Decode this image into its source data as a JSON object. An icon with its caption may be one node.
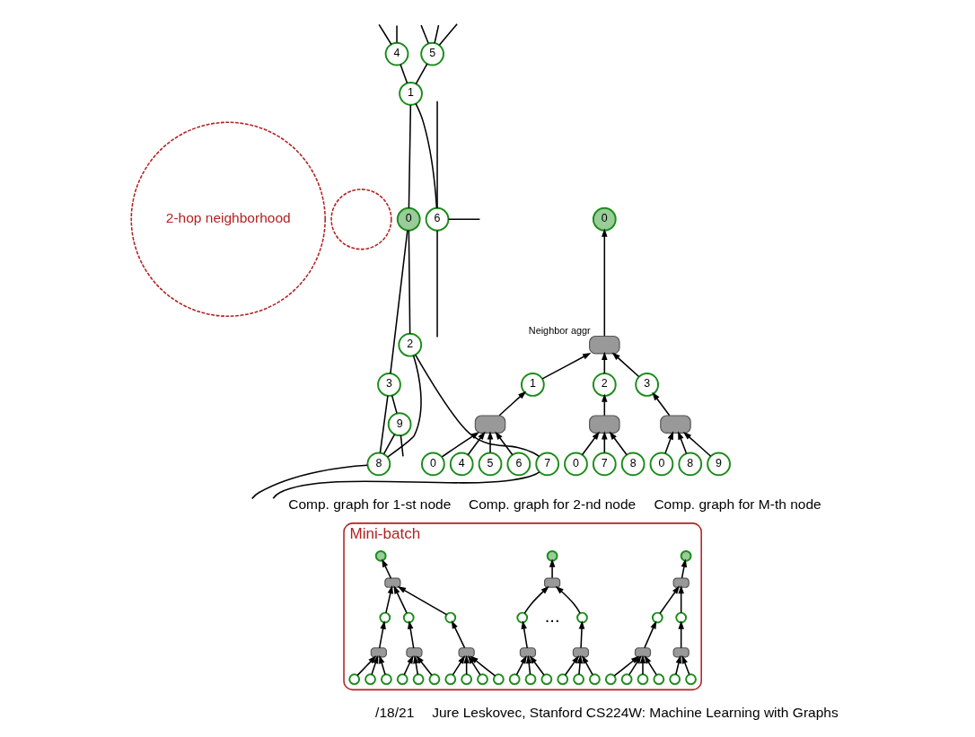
{
  "diagram": {
    "nodes": [
      {
        "text": [
          "2-hop neighborhood"
        ]
      },
      {
        "text": [],
        "shape": "circle"
      },
      {
        "text": [
          "4"
        ]
      },
      {
        "text": [
          "9"
        ]
      },
      {
        "text": [
          "5"
        ]
      },
      {
        "text": [
          "1"
        ]
      },
      {
        "text": [
          "3"
        ]
      },
      {
        "text": [
          "0"
        ]
      },
      {
        "text": [
          "8"
        ]
      },
      {
        "text": [
          "2"
        ]
      },
      {
        "text": [
          "6"
        ]
      },
      {
        "text": [
          "7"
        ]
      },
      {
        "text": [
          "0"
        ]
      },
      {
        "text": [],
        "shape": "box",
        "beside": [
          "Neighbor aggr"
        ]
      },
      {
        "text": [
          "1"
        ]
      },
      {
        "text": [
          "2"
        ]
      },
      {
        "text": [
          "3"
        ]
      },
      {
        "text": [],
        "shape": "box"
      },
      {
        "text": [],
        "shape": "box"
      },
      {
        "text": [],
        "shape": "box"
      },
      {
        "text": [
          "0"
        ]
      },
      {
        "text": [
          "4"
        ]
      },
      {
        "text": [
          "5"
        ]
      },
      {
        "text": [
          "6"
        ]
      },
      {
        "text": [
          "0"
        ]
      },
      {
        "text": [
          "7"
        ]
      },
      {
        "text": [
          "8"
        ]
      },
      {
        "text": [
          "0"
        ]
      },
      {
        "text": [
          "8"
        ]
      },
      {
        "text": [
          "9"
        ]
      },
      {
        "text": [
          "Mini-batch"
        ]
      },
      {
        "text": [],
        "shape": "circle",
        "in": 30
      },
      {
        "text": [],
        "shape": "box",
        "in": 30
      },
      {
        "text": [],
        "shape": "circle",
        "in": 30
      },
      {
        "text": [],
        "shape": "circle",
        "in": 30
      },
      {
        "text": [],
        "shape": "circle",
        "in": 30
      },
      {
        "text": [],
        "shape": "box",
        "in": 30
      },
      {
        "text": [],
        "shape": "box",
        "in": 30
      },
      {
        "text": [],
        "shape": "box",
        "in": 30
      },
      {
        "text": [],
        "shape": "circle",
        "in": 30
      },
      {
        "text": [],
        "shape": "circle",
        "in": 30
      },
      {
        "text": [],
        "shape": "circle",
        "in": 30
      },
      {
        "text": [],
        "shape": "circle",
        "in": 30
      },
      {
        "text": [],
        "shape": "circle",
        "in": 30
      },
      {
        "text": [],
        "shape": "circle",
        "in": 30
      },
      {
        "text": [],
        "shape": "circle",
        "in": 30
      },
      {
        "text": [],
        "shape": "circle",
        "in": 30
      },
      {
        "text": [],
        "shape": "circle",
        "in": 30
      },
      {
        "text": [],
        "shape": "circle",
        "in": 30
      },
      {
        "text": [],
        "shape": "circle",
        "in": 30
      },
      {
        "text": [],
        "shape": "box",
        "in": 30
      },
      {
        "text": [],
        "shape": "circle",
        "in": 30
      },
      {
        "text": [],
        "shape": "circle",
        "in": 30
      },
      {
        "text": [],
        "shape": "box",
        "in": 30
      },
      {
        "text": [],
        "shape": "box",
        "in": 30
      },
      {
        "text": [],
        "shape": "circle",
        "in": 30
      },
      {
        "text": [],
        "shape": "circle",
        "in": 30
      },
      {
        "text": [],
        "shape": "circle",
        "in": 30
      },
      {
        "text": [],
        "shape": "circle",
        "in": 30
      },
      {
        "text": [],
        "shape": "circle",
        "in": 30
      },
      {
        "text": [],
        "shape": "circle",
        "in": 30
      },
      {
        "text": [],
        "shape": "circle",
        "in": 30
      },
      {
        "text": [],
        "shape": "box",
        "in": 30
      },
      {
        "text": [],
        "shape": "circle",
        "in": 30
      },
      {
        "text": [],
        "shape": "circle",
        "in": 30
      },
      {
        "text": [],
        "shape": "box",
        "in": 30
      },
      {
        "text": [],
        "shape": "box",
        "in": 30
      },
      {
        "text": [],
        "shape": "circle",
        "in": 30
      },
      {
        "text": [],
        "shape": "circle",
        "in": 30
      },
      {
        "text": [],
        "shape": "circle",
        "in": 30
      },
      {
        "text": [],
        "shape": "circle",
        "in": 30
      },
      {
        "text": [],
        "shape": "circle",
        "in": 30
      },
      {
        "text": [],
        "shape": "circle",
        "in": 30
      }
    ],
    "edges": [
      {
        "from": 2,
        "to": 5,
        "arrow": "none"
      },
      {
        "from": 4,
        "to": 5,
        "arrow": "none"
      },
      {
        "from": 5,
        "to": 7,
        "arrow": "none"
      },
      {
        "from": 5,
        "to": 10,
        "arrow": "none"
      },
      {
        "from": 7,
        "to": 6,
        "arrow": "none"
      },
      {
        "from": 7,
        "to": 9,
        "arrow": "none"
      },
      {
        "from": 6,
        "to": 3,
        "arrow": "none"
      },
      {
        "from": 6,
        "to": 8,
        "arrow": "none"
      },
      {
        "from": 3,
        "to": 8,
        "arrow": "none"
      },
      {
        "from": 8,
        "to": 9,
        "arrow": "none"
      },
      {
        "from": 9,
        "to": 11,
        "arrow": "none"
      },
      {
        "from": 2,
        "to": null,
        "arrow": "none"
      },
      {
        "from": 2,
        "to": null,
        "arrow": "none"
      },
      {
        "from": 3,
        "to": null,
        "arrow": "none"
      },
      {
        "from": 4,
        "to": null,
        "arrow": "none"
      },
      {
        "from": 4,
        "to": null,
        "arrow": "none"
      },
      {
        "from": 4,
        "to": null,
        "arrow": "none"
      },
      {
        "from": 10,
        "to": null,
        "arrow": "none"
      },
      {
        "from": 10,
        "to": null,
        "arrow": "none"
      },
      {
        "from": 10,
        "to": null,
        "arrow": "none"
      },
      {
        "from": 8,
        "to": null,
        "arrow": "none"
      },
      {
        "from": 11,
        "to": null,
        "arrow": "none"
      },
      {
        "from": 13,
        "to": 12,
        "arrow": "to"
      },
      {
        "from": 14,
        "to": 13,
        "arrow": "to"
      },
      {
        "from": 15,
        "to": 13,
        "arrow": "to"
      },
      {
        "from": 16,
        "to": 13,
        "arrow": "to"
      },
      {
        "from": 17,
        "to": 14,
        "arrow": "to"
      },
      {
        "from": 18,
        "to": 15,
        "arrow": "to"
      },
      {
        "from": 19,
        "to": 16,
        "arrow": "to"
      },
      {
        "from": 20,
        "to": 17,
        "arrow": "to"
      },
      {
        "from": 21,
        "to": 17,
        "arrow": "to"
      },
      {
        "from": 22,
        "to": 17,
        "arrow": "to"
      },
      {
        "from": 23,
        "to": 17,
        "arrow": "to"
      },
      {
        "from": 24,
        "to": 18,
        "arrow": "to"
      },
      {
        "from": 25,
        "to": 18,
        "arrow": "to"
      },
      {
        "from": 26,
        "to": 18,
        "arrow": "to"
      },
      {
        "from": 27,
        "to": 19,
        "arrow": "to"
      },
      {
        "from": 28,
        "to": 19,
        "arrow": "to"
      },
      {
        "from": 29,
        "to": 19,
        "arrow": "to"
      },
      {
        "from": 32,
        "to": 31,
        "arrow": "to"
      },
      {
        "from": 33,
        "to": 32,
        "arrow": "to"
      },
      {
        "from": 34,
        "to": 32,
        "arrow": "to"
      },
      {
        "from": 35,
        "to": 32,
        "arrow": "to"
      },
      {
        "from": 36,
        "to": 33,
        "arrow": "to"
      },
      {
        "from": 37,
        "to": 34,
        "arrow": "to"
      },
      {
        "from": 38,
        "to": 35,
        "arrow": "to"
      },
      {
        "from": 39,
        "to": 36,
        "arrow": "to"
      },
      {
        "from": 40,
        "to": 36,
        "arrow": "to"
      },
      {
        "from": 41,
        "to": 36,
        "arrow": "to"
      },
      {
        "from": 42,
        "to": 36,
        "arrow": "to"
      },
      {
        "from": 43,
        "to": 37,
        "arrow": "to"
      },
      {
        "from": 44,
        "to": 37,
        "arrow": "to"
      },
      {
        "from": 45,
        "to": 37,
        "arrow": "to"
      },
      {
        "from": 46,
        "to": 38,
        "arrow": "to"
      },
      {
        "from": 47,
        "to": 38,
        "arrow": "to"
      },
      {
        "from": 48,
        "to": 38,
        "arrow": "to"
      },
      {
        "from": 50,
        "to": 49,
        "arrow": "to"
      },
      {
        "from": 51,
        "to": 50,
        "arrow": "to"
      },
      {
        "from": 52,
        "to": 50,
        "arrow": "to"
      },
      {
        "from": 53,
        "to": 51,
        "arrow": "to"
      },
      {
        "from": 54,
        "to": 52,
        "arrow": "to"
      },
      {
        "from": 55,
        "to": 53,
        "arrow": "to"
      },
      {
        "from": 56,
        "to": 53,
        "arrow": "to"
      },
      {
        "from": 57,
        "to": 53,
        "arrow": "to"
      },
      {
        "from": 58,
        "to": 54,
        "arrow": "to"
      },
      {
        "from": 59,
        "to": 54,
        "arrow": "to"
      },
      {
        "from": 60,
        "to": 54,
        "arrow": "to"
      },
      {
        "from": 62,
        "to": 61,
        "arrow": "to"
      },
      {
        "from": 63,
        "to": 62,
        "arrow": "to"
      },
      {
        "from": 64,
        "to": 62,
        "arrow": "to"
      },
      {
        "from": 65,
        "to": 63,
        "arrow": "to"
      },
      {
        "from": 66,
        "to": 64,
        "arrow": "to"
      },
      {
        "from": 67,
        "to": 65,
        "arrow": "to"
      },
      {
        "from": 68,
        "to": 65,
        "arrow": "to"
      },
      {
        "from": 69,
        "to": 65,
        "arrow": "to"
      },
      {
        "from": 70,
        "to": 65,
        "arrow": "to"
      },
      {
        "from": 71,
        "to": 66,
        "arrow": "to"
      },
      {
        "from": 72,
        "to": 66,
        "arrow": "to"
      }
    ],
    "labels": [
      "Comp. graph for 1-st node",
      "Comp. graph for 2-nd node",
      "Comp. graph for M-th node",
      "...",
      "/18/21",
      "Jure Leskovec, Stanford CS224W: Machine Learning with Graphs"
    ]
  }
}
